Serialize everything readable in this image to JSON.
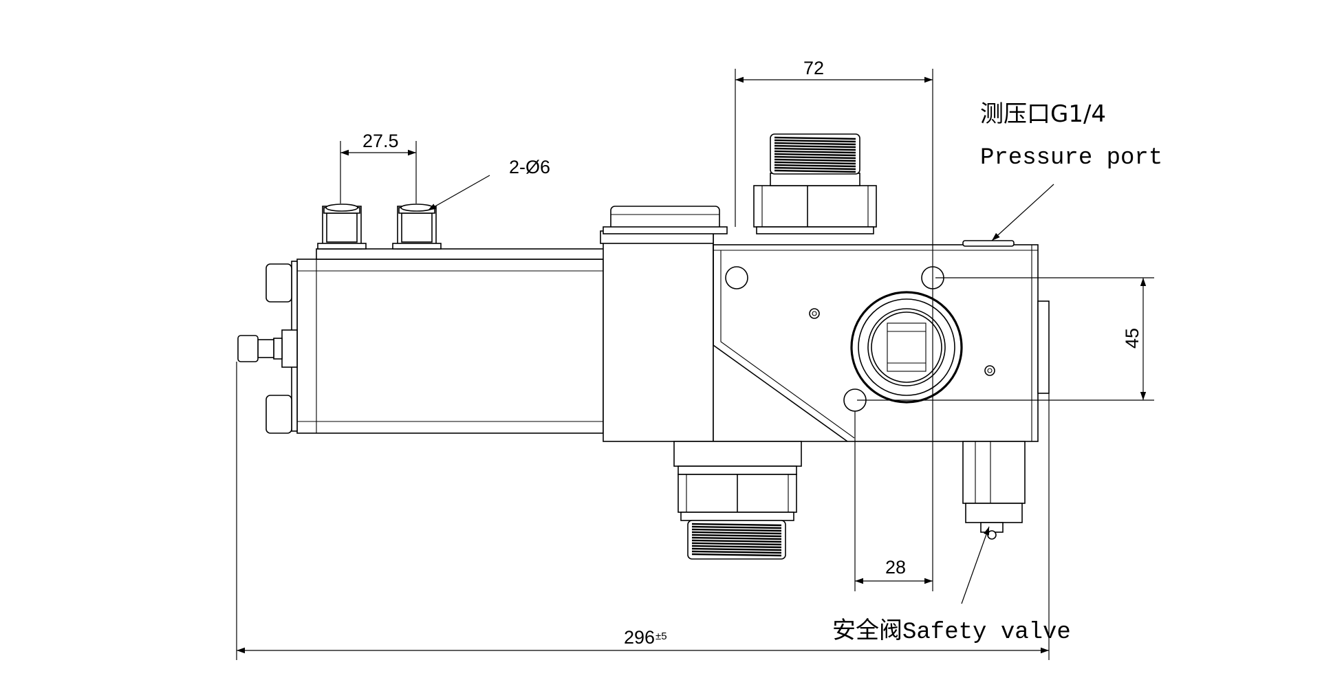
{
  "dimensions": {
    "d_72": "72",
    "d_27_5": "27.5",
    "d_2phi6": "2-Ø6",
    "d_45": "45",
    "d_28": "28",
    "d_296": "296",
    "d_296_tol": "±5"
  },
  "callouts": {
    "pressure_port_cn": "测压口G1/4",
    "pressure_port_en": "Pressure port",
    "safety_valve_cn": "安全阀",
    "safety_valve_en": "Safety valve"
  }
}
